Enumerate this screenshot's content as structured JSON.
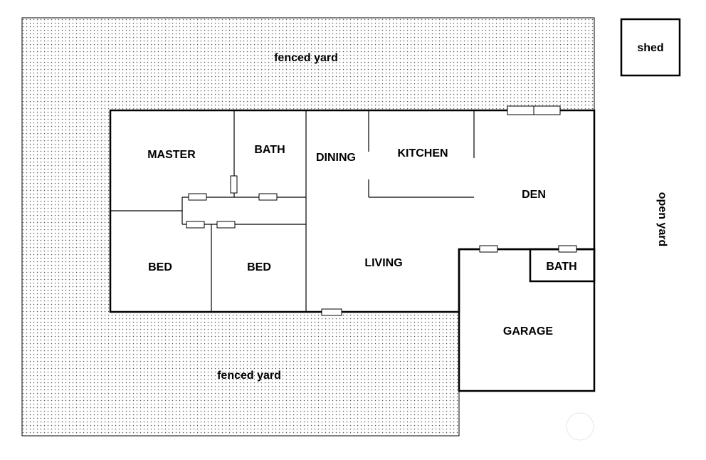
{
  "yards": {
    "top": "fenced yard",
    "bottom": "fenced yard",
    "right": "open yard"
  },
  "outbuildings": {
    "shed": "shed"
  },
  "rooms": {
    "master": "MASTER",
    "bath_main": "BATH",
    "dining": "DINING",
    "kitchen": "KITCHEN",
    "den": "DEN",
    "bed_left": "BED",
    "bed_middle": "BED",
    "living": "LIVING",
    "bath_garage": "BATH",
    "garage": "GARAGE"
  }
}
